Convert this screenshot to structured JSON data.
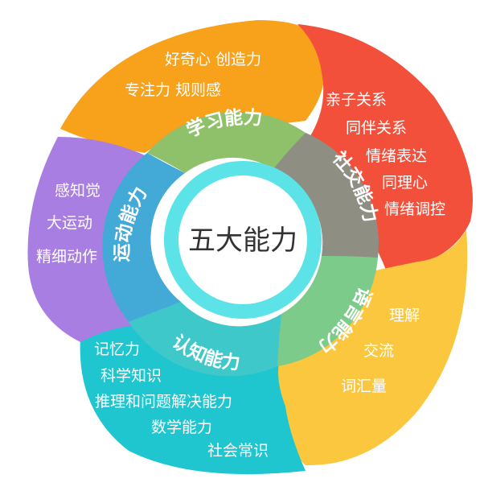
{
  "center": {
    "label": "五大能力"
  },
  "abilities": [
    {
      "label": "学习能力",
      "color": "#F8A11B",
      "items": [
        "好奇心 创造力",
        "专注力  规则感"
      ]
    },
    {
      "label": "社交能力",
      "color": "#F2503A",
      "items": [
        "亲子关系",
        "同伴关系",
        "情绪表达",
        "同理心",
        "情绪调控"
      ]
    },
    {
      "label": "语言能力",
      "color": "#FBC73E",
      "items": [
        "理解",
        "交流",
        "词汇量"
      ]
    },
    {
      "label": "认知能力",
      "color": "#1FC6D0",
      "items": [
        "记忆力",
        "科学知识",
        "推理和问题解决能力",
        "数学能力",
        "社会常识"
      ]
    },
    {
      "label": "运动能力",
      "color": "#A97EE2",
      "items": [
        "感知觉",
        "大运动",
        "精细动作"
      ]
    }
  ],
  "ring_colors": {
    "learning": "#8FC16B",
    "social": "#8E8F82",
    "language": "#7CCB8A",
    "cognition": "#3FC8C9",
    "motor": "#43A9D6",
    "inner": "#5BE3E8"
  }
}
